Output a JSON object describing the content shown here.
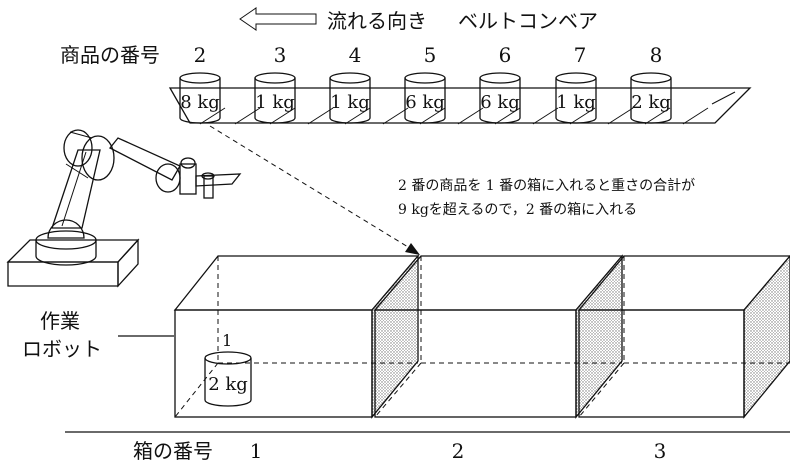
{
  "header": {
    "direction_label": "流れる向き",
    "conveyor_label": "ベルトコンベア"
  },
  "conveyor": {
    "row_label": "商品の番号",
    "items": [
      {
        "number": "2",
        "weight": "8 kg"
      },
      {
        "number": "3",
        "weight": "1 kg"
      },
      {
        "number": "4",
        "weight": "1 kg"
      },
      {
        "number": "5",
        "weight": "6 kg"
      },
      {
        "number": "6",
        "weight": "6 kg"
      },
      {
        "number": "7",
        "weight": "1 kg"
      },
      {
        "number": "8",
        "weight": "2 kg"
      }
    ]
  },
  "note": {
    "line1": "2 番の商品を 1 番の箱に入れると重さの合計が",
    "line2": "9 kgを超えるので，2 番の箱に入れる"
  },
  "robot": {
    "label_line1": "作業",
    "label_line2": "ロボット"
  },
  "boxes": {
    "row_label": "箱の番号",
    "items": [
      {
        "number": "1",
        "content_tag": "1",
        "content_weight": "2 kg"
      },
      {
        "number": "2"
      },
      {
        "number": "3"
      }
    ]
  }
}
